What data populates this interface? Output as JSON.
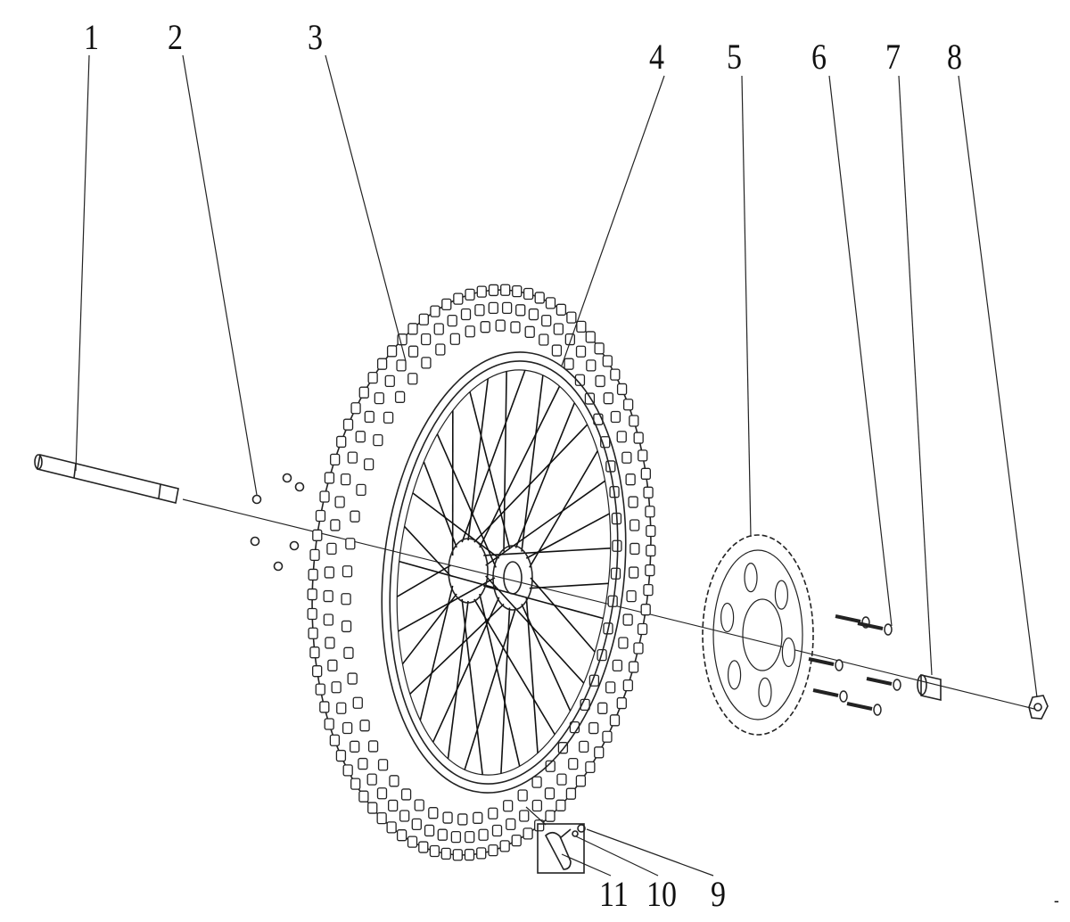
{
  "diagram": {
    "title": "Front wheel exploded view",
    "parts": [
      {
        "id": "1",
        "label": "1",
        "part": "axle"
      },
      {
        "id": "2",
        "label": "2",
        "part": "nuts"
      },
      {
        "id": "3",
        "label": "3",
        "part": "tire"
      },
      {
        "id": "4",
        "label": "4",
        "part": "rim-and-spokes"
      },
      {
        "id": "5",
        "label": "5",
        "part": "brake-disc"
      },
      {
        "id": "6",
        "label": "6",
        "part": "disc-bolts"
      },
      {
        "id": "7",
        "label": "7",
        "part": "spacer"
      },
      {
        "id": "8",
        "label": "8",
        "part": "axle-nut"
      },
      {
        "id": "9",
        "label": "9",
        "part": "valve-nut"
      },
      {
        "id": "10",
        "label": "10",
        "part": "valve-washer"
      },
      {
        "id": "11",
        "label": "11",
        "part": "valve"
      }
    ],
    "corner_mark": "-"
  }
}
